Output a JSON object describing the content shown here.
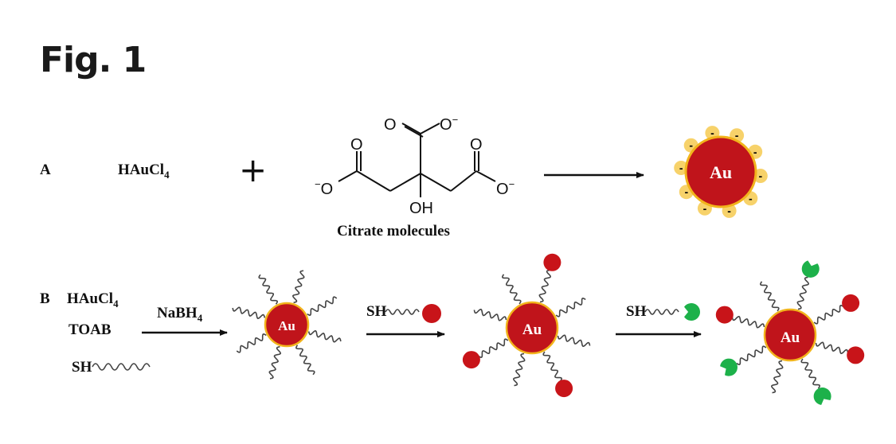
{
  "figure": {
    "title": "Fig. 1"
  },
  "panel_a": {
    "label": "A",
    "reagent": "HAuCl",
    "reagent_sub": "4",
    "plus": "+",
    "carboxyl_o": "O",
    "o_minus": "O",
    "minus_sign": "−",
    "hydroxyl": "OH",
    "caption": "Citrate molecules",
    "particle": "Au",
    "charge": "-"
  },
  "panel_b": {
    "label": "B",
    "reagent1": "HAuCl",
    "reagent1_sub": "4",
    "reagent2": "TOAB",
    "thiol": "SH",
    "step1_reagent": "NaBH",
    "step1_sub": "4",
    "step2_reagent": "SH",
    "step3_reagent": "SH",
    "particle": "Au"
  },
  "colors": {
    "gold_core": "#c0141b",
    "gold_ring": "#f2b41c",
    "charge_halo": "#f7d26a",
    "ligand_end": "#c81419",
    "antibody": "#1db14a"
  }
}
